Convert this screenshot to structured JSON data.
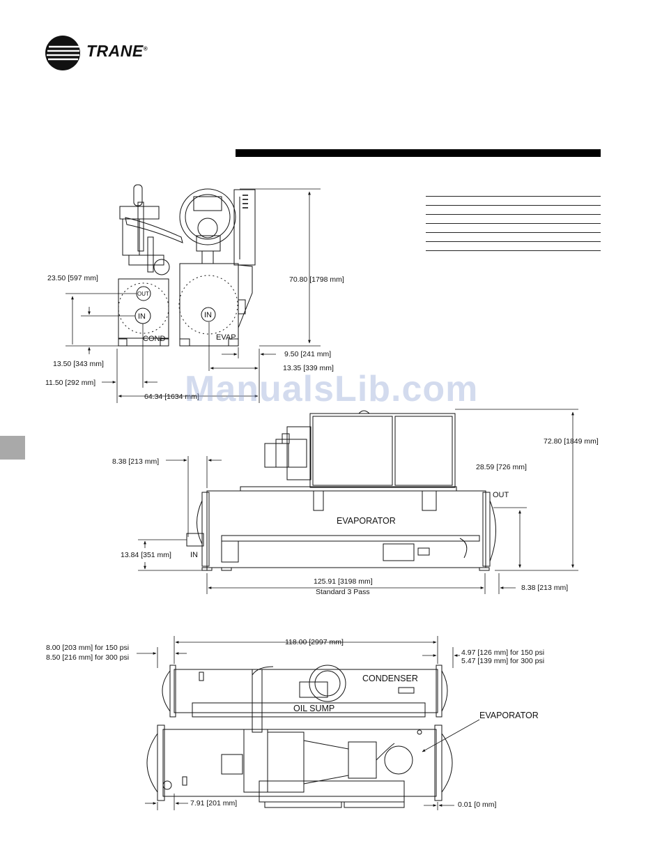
{
  "brand": {
    "name": "TRANE",
    "registered": "®"
  },
  "watermark": "ManualsLib.com",
  "spec_rows": 7,
  "end_view": {
    "dim_height": "70.80 [1798 mm]",
    "dim_cond_out": "23.50 [597 mm]",
    "dim_cond_in": "13.50 [343 mm]",
    "dim_left_offset": "11.50 [292 mm]",
    "dim_width": "64.34 [1634 mm]",
    "dim_evap_right": "9.50 [241 mm]",
    "dim_evap_in": "13.35 [339 mm]",
    "label_out": "OUT",
    "label_in_cond": "IN",
    "label_in_evap": "IN",
    "label_cond": "COND",
    "label_evap": "EVAP"
  },
  "side_view": {
    "dim_height": "72.80 [1849 mm]",
    "dim_left": "8.38 [213 mm]",
    "dim_out": "28.59 [726 mm]",
    "dim_in": "13.84 [351 mm]",
    "dim_length": "125.91 [3198 mm]",
    "dim_length_note": "Standard 3 Pass",
    "dim_right": "8.38 [213 mm]",
    "label_evaporator": "EVAPORATOR",
    "label_out": "OUT",
    "label_in": "IN"
  },
  "top_view": {
    "dim_length": "118.00 [2997 mm]",
    "dim_left_150": "8.00 [203 mm] for 150 psi",
    "dim_left_300": "8.50 [216 mm] for 300 psi",
    "dim_right_150": "4.97 [126 mm] for 150 psi",
    "dim_right_300": "5.47 [139 mm] for 300 psi",
    "dim_bottom_left": "7.91 [201 mm]",
    "dim_bottom_right": "0.01 [0 mm]",
    "label_condenser": "CONDENSER",
    "label_oil_sump": "OIL SUMP",
    "label_evaporator": "EVAPORATOR"
  }
}
